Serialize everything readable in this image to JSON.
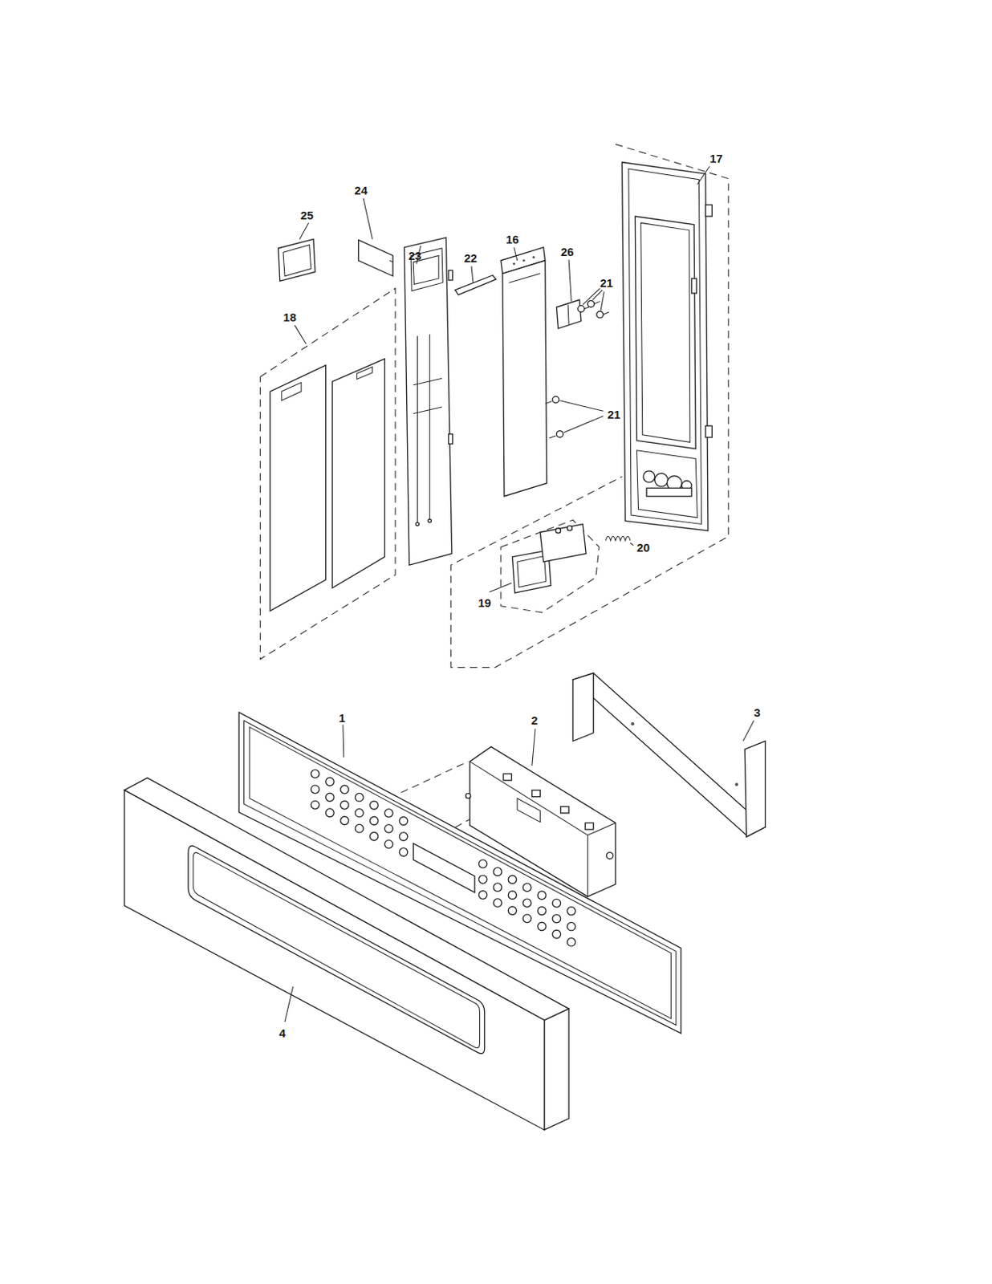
{
  "diagram": {
    "labels": [
      "25",
      "24",
      "23",
      "22",
      "16",
      "26",
      "21",
      "17",
      "18",
      "21",
      "20",
      "19",
      "1",
      "2",
      "3",
      "4"
    ]
  }
}
